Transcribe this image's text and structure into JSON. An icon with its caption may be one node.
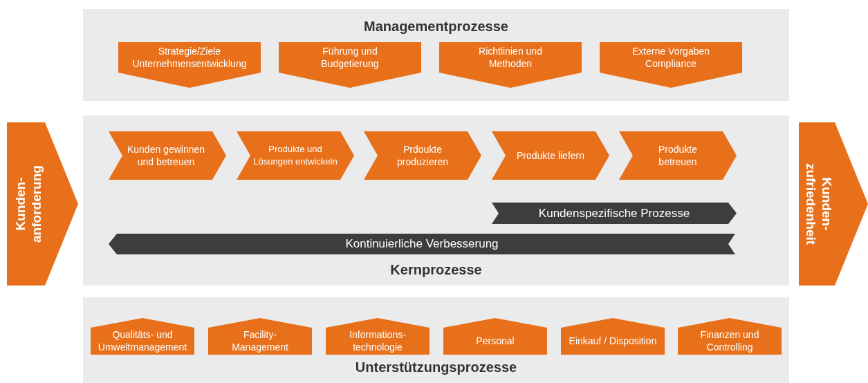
{
  "diagram": {
    "nodes": [
      {
        "text": [
          "Managementprozesse"
        ]
      },
      {
        "text": [
          "Strategie/Ziele Unternehmensentwicklung"
        ],
        "in": 0
      },
      {
        "text": [
          "Führung und Budgetierung"
        ],
        "in": 0
      },
      {
        "text": [
          "Richtlinien und Methoden"
        ],
        "in": 0
      },
      {
        "text": [
          "Externe Vorgaben Compliance"
        ],
        "in": 0
      },
      {
        "text": [
          "Kunden- anforderung"
        ]
      },
      {
        "text": [
          "Kernprozesse"
        ]
      },
      {
        "text": [
          "Kunden gewinnen und betreuen"
        ],
        "in": 6
      },
      {
        "text": [
          "Produkte und Lösungen entwickeln"
        ],
        "in": 6
      },
      {
        "text": [
          "Prdoukte produzieren"
        ],
        "in": 6
      },
      {
        "text": [
          "Produkte liefern"
        ],
        "in": 6
      },
      {
        "text": [
          "Produkte betreuen"
        ],
        "in": 6
      },
      {
        "text": [
          "Kundenspezifische Prozesse"
        ],
        "in": 6
      },
      {
        "text": [
          "Kontinuierliche Verbesserung"
        ],
        "in": 6
      },
      {
        "text": [
          "Kunden- zufriedenheit"
        ]
      },
      {
        "text": [
          "Unterstützungsprozesse"
        ]
      },
      {
        "text": [
          "Qualitäts- und Umweltmanagement"
        ],
        "in": 15
      },
      {
        "text": [
          "Facility- Management"
        ],
        "in": 15
      },
      {
        "text": [
          "Informations- technologie"
        ],
        "in": 15
      },
      {
        "text": [
          "Personal"
        ],
        "in": 15
      },
      {
        "text": [
          "Einkauf / Disposition"
        ],
        "in": 15
      },
      {
        "text": [
          "Finanzen und Controlling"
        ],
        "in": 15
      }
    ]
  }
}
